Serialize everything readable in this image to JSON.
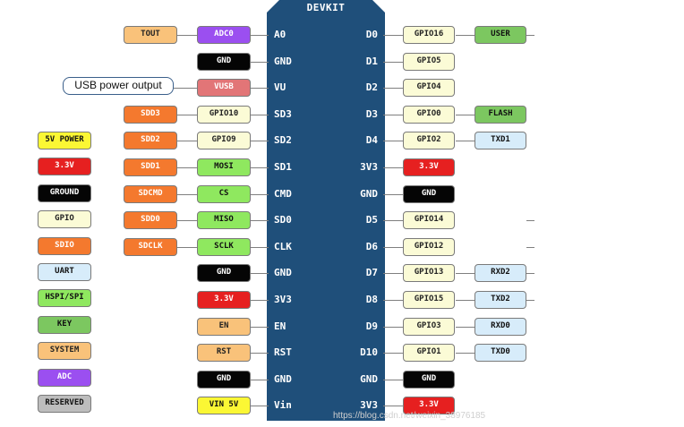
{
  "board": {
    "title": "DEVKIT"
  },
  "board_left_pins": [
    "A0",
    "GND",
    "VU",
    "SD3",
    "SD2",
    "SD1",
    "CMD",
    "SD0",
    "CLK",
    "GND",
    "3V3",
    "EN",
    "RST",
    "GND",
    "Vin"
  ],
  "board_right_pins": [
    "D0",
    "D1",
    "D2",
    "D3",
    "D4",
    "3V3",
    "GND",
    "D5",
    "D6",
    "D7",
    "D8",
    "D9",
    "D10",
    "GND",
    "3V3"
  ],
  "left_inner": [
    {
      "text": "ADC0",
      "type": "adc"
    },
    {
      "text": "GND",
      "type": "gnd"
    },
    {
      "text": "VUSB",
      "type": "usb"
    },
    {
      "text": "GPIO10",
      "type": "gpio"
    },
    {
      "text": "GPIO9",
      "type": "gpio"
    },
    {
      "text": "MOSI",
      "type": "spi"
    },
    {
      "text": "CS",
      "type": "spi"
    },
    {
      "text": "MISO",
      "type": "spi"
    },
    {
      "text": "SCLK",
      "type": "spi"
    },
    {
      "text": "GND",
      "type": "gnd"
    },
    {
      "text": "3.3V",
      "type": "pow"
    },
    {
      "text": "EN",
      "type": "sys"
    },
    {
      "text": "RST",
      "type": "sys"
    },
    {
      "text": "GND",
      "type": "gnd"
    },
    {
      "text": "VIN 5V",
      "type": "v5"
    }
  ],
  "left_outer": [
    {
      "row": 0,
      "text": "TOUT",
      "type": "sys"
    },
    {
      "row": 3,
      "text": "SDD3",
      "type": "sdio"
    },
    {
      "row": 4,
      "text": "SDD2",
      "type": "sdio"
    },
    {
      "row": 5,
      "text": "SDD1",
      "type": "sdio"
    },
    {
      "row": 6,
      "text": "SDCMD",
      "type": "sdio"
    },
    {
      "row": 7,
      "text": "SDD0",
      "type": "sdio"
    },
    {
      "row": 8,
      "text": "SDCLK",
      "type": "sdio"
    }
  ],
  "usb_power_label": "USB power output",
  "right_inner": [
    {
      "text": "GPIO16",
      "type": "gpio"
    },
    {
      "text": "GPIO5",
      "type": "gpio"
    },
    {
      "text": "GPIO4",
      "type": "gpio"
    },
    {
      "text": "GPIO0",
      "type": "gpio"
    },
    {
      "text": "GPIO2",
      "type": "gpio"
    },
    {
      "text": "3.3V",
      "type": "pow"
    },
    {
      "text": "GND",
      "type": "gnd"
    },
    {
      "text": "GPIO14",
      "type": "gpio"
    },
    {
      "text": "GPIO12",
      "type": "gpio"
    },
    {
      "text": "GPIO13",
      "type": "gpio"
    },
    {
      "text": "GPIO15",
      "type": "gpio"
    },
    {
      "text": "GPIO3",
      "type": "gpio"
    },
    {
      "text": "GPIO1",
      "type": "gpio"
    },
    {
      "text": "GND",
      "type": "gnd"
    },
    {
      "text": "3.3V",
      "type": "pow"
    }
  ],
  "right_outer": [
    {
      "row": 0,
      "text": "USER",
      "type": "key"
    },
    {
      "row": 3,
      "text": "FLASH",
      "type": "key"
    },
    {
      "row": 4,
      "text": "TXD1",
      "type": "uart"
    },
    {
      "row": 9,
      "text": "RXD2",
      "type": "uart"
    },
    {
      "row": 10,
      "text": "TXD2",
      "type": "uart"
    },
    {
      "row": 11,
      "text": "RXD0",
      "type": "uart"
    },
    {
      "row": 12,
      "text": "TXD0",
      "type": "uart"
    }
  ],
  "legend": [
    {
      "text": "5V POWER",
      "type": "v5"
    },
    {
      "text": "3.3V",
      "type": "pow"
    },
    {
      "text": "GROUND",
      "type": "gnd"
    },
    {
      "text": "GPIO",
      "type": "gpio"
    },
    {
      "text": "SDIO",
      "type": "sdio"
    },
    {
      "text": "UART",
      "type": "uart"
    },
    {
      "text": "HSPI/SPI",
      "type": "spi"
    },
    {
      "text": "KEY",
      "type": "key"
    },
    {
      "text": "SYSTEM",
      "type": "sys"
    },
    {
      "text": "ADC",
      "type": "adc"
    },
    {
      "text": "RESERVED",
      "type": "res"
    }
  ],
  "watermark": "https://blog.csdn.net/weixin_38976185"
}
